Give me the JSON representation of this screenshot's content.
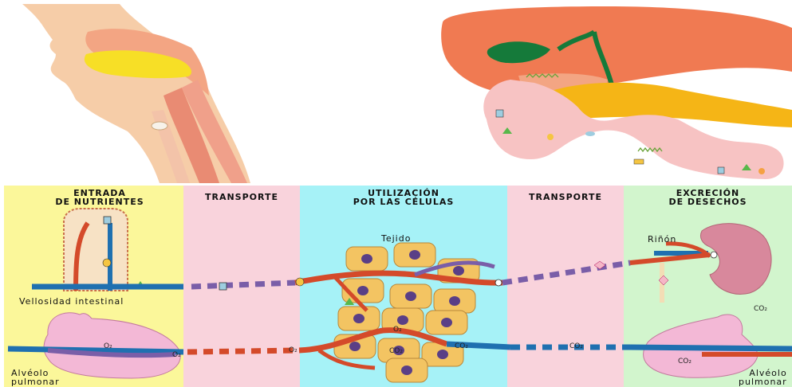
{
  "columns": [
    {
      "heading": "ENTRADA\nDE NUTRIENTES",
      "color": "#fbf79a"
    },
    {
      "heading": "TRANSPORTE",
      "color": "#f9d3dc"
    },
    {
      "heading": "UTILIZACIÓN\nPOR LAS CÉLULAS",
      "color": "#a6f2f7"
    },
    {
      "heading": "TRANSPORTE",
      "color": "#f9d3dc"
    },
    {
      "heading": "EXCRECIÓN\nDE DESECHOS",
      "color": "#d2f5cd"
    }
  ],
  "labels": {
    "tissue": "Tejido",
    "kidney": "Riñón",
    "villus": "Vellosidad intestinal",
    "alveolus_left": "Alvéolo\npulmonar",
    "alveolus_right": "Alvéolo\npulmonar"
  },
  "gas_labels": {
    "o2": "O₂",
    "co2": "CO₂"
  },
  "colors": {
    "artery": "#d44a2a",
    "vein": "#1f70b0",
    "cell": "#f3c462",
    "nucleus": "#5a3f86",
    "organ": "#f07a52",
    "lung": "#f3b8d6",
    "kidney": "#d8889c"
  }
}
